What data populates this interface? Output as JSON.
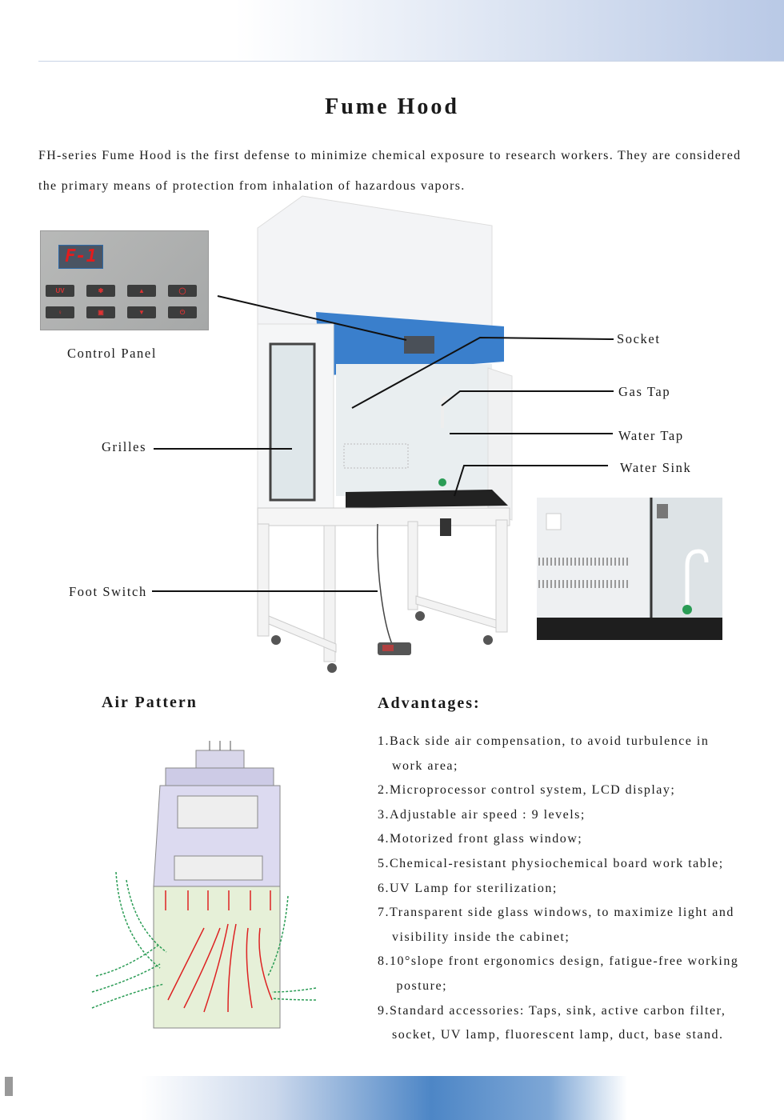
{
  "title": "Fume Hood",
  "intro": "FH-series Fume Hood is the first defense to minimize chemical exposure to research workers. They are considered the primary means of protection from inhalation of hazardous vapors.",
  "control_panel": {
    "label": "Control Panel",
    "display": "F-1",
    "keys": [
      "UV",
      "fan",
      "up",
      "light-ring",
      "lamp",
      "socket",
      "down",
      "power"
    ],
    "uv_key": "UV"
  },
  "callouts": {
    "socket": "Socket",
    "gas_tap": "Gas Tap",
    "water_tap": "Water Tap",
    "water_sink": "Water Sink",
    "grilles": "Grilles",
    "foot_switch": "Foot Switch"
  },
  "air_pattern": {
    "heading": "Air Pattern"
  },
  "advantages": {
    "heading": "Advantages:",
    "items": [
      [
        "1.Back side air compensation, to avoid turbulence in",
        "work area;"
      ],
      [
        "2.Microprocessor control system, LCD display;"
      ],
      [
        "3.Adjustable air speed : 9 levels;"
      ],
      [
        "4.Motorized front glass window;"
      ],
      [
        "5.Chemical-resistant physiochemical board work table;"
      ],
      [
        "6.UV Lamp for sterilization;"
      ],
      [
        "7.Transparent side glass windows, to maximize light and",
        "visibility inside the cabinet;"
      ],
      [
        "8.10°slope front ergonomics design, fatigue-free working",
        " posture;"
      ],
      [
        "9.Standard accessories: Taps, sink, active carbon filter,",
        "socket, UV lamp, fluorescent lamp, duct, base stand."
      ]
    ]
  },
  "colors": {
    "accent_blue": "#3a7fcc",
    "led_red": "#e21d1d"
  }
}
